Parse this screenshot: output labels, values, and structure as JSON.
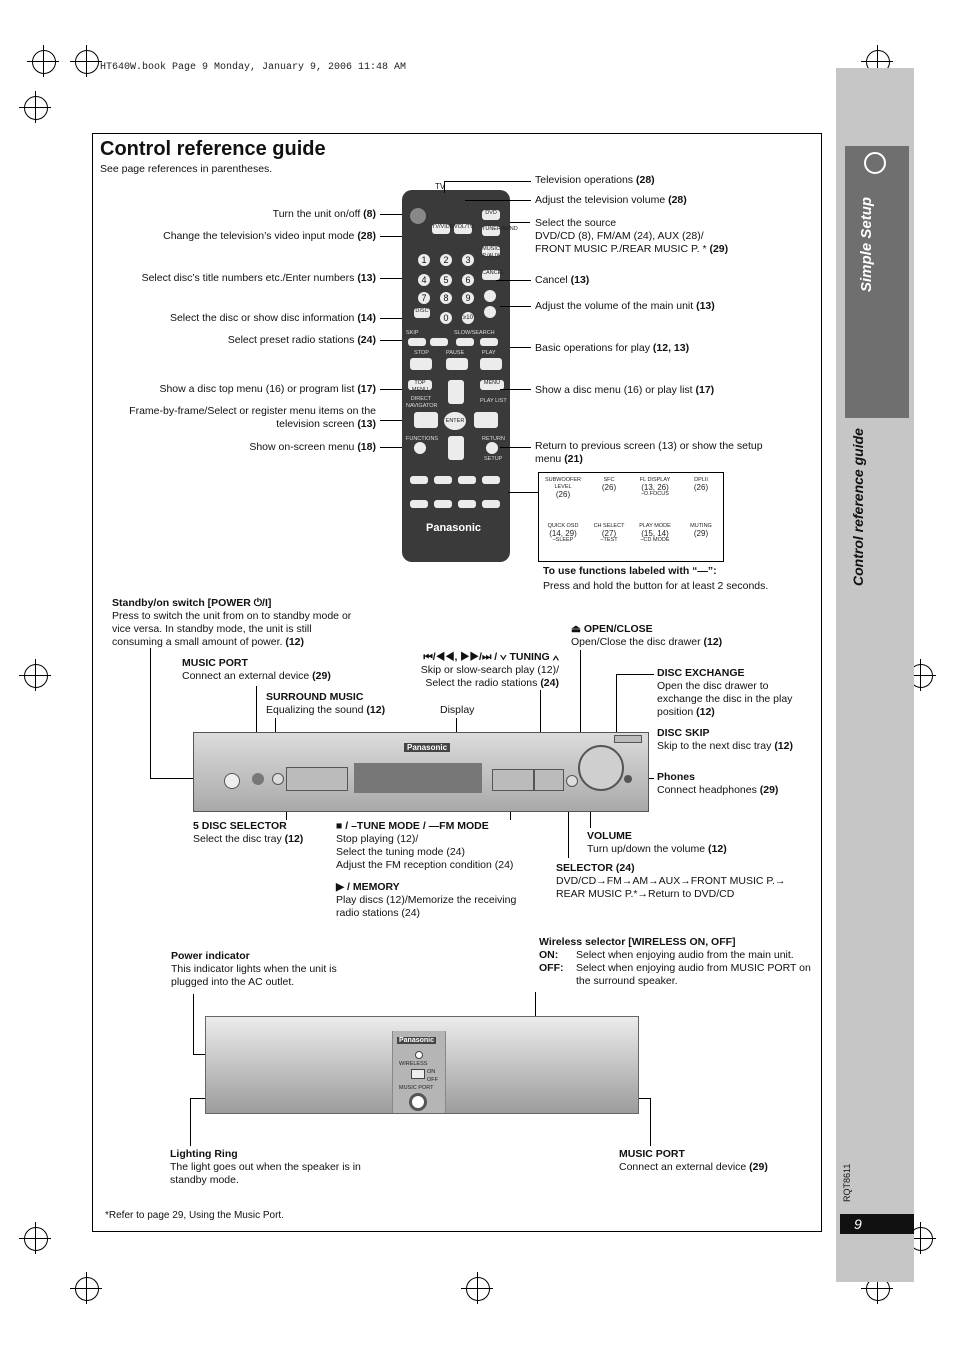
{
  "header_line": "HT640W.book  Page 9  Monday, January 9, 2006  11:48 AM",
  "side": {
    "section_title": "Simple Setup",
    "section_subtitle": "Control reference guide",
    "doc_code": "RQT8611",
    "page_number": "9"
  },
  "title": "Control reference guide",
  "subtitle": "See page references in parentheses.",
  "remote_left_labels": [
    {
      "text": "Turn the unit on/off ",
      "ref": "(8)"
    },
    {
      "text": "Change the television’s video input mode ",
      "ref": "(28)"
    },
    {
      "text": "Select disc’s title numbers etc./Enter numbers ",
      "ref": "(13)"
    },
    {
      "text": "Select the disc or show disc information ",
      "ref": "(14)"
    },
    {
      "text": "Select preset radio stations ",
      "ref": "(24)"
    },
    {
      "text": "Show a disc top menu (16) or program list ",
      "ref": "(17)"
    },
    {
      "text": "Frame-by-frame/Select or register menu items on the television screen ",
      "ref": "(13)"
    },
    {
      "text": "Show on-screen menu ",
      "ref": "(18)"
    }
  ],
  "remote_right_labels": [
    {
      "text": "Television operations ",
      "ref": "(28)"
    },
    {
      "text": "Adjust the television volume ",
      "ref": "(28)"
    },
    {
      "text": "Select the source",
      "ref": ""
    },
    {
      "text": "DVD/CD (8), FM/AM (24), AUX (28)/",
      "ref": ""
    },
    {
      "text": "FRONT MUSIC P./REAR MUSIC P. * ",
      "ref": "(29)"
    },
    {
      "text": "Cancel ",
      "ref": "(13)"
    },
    {
      "text": "Adjust the volume of the main unit ",
      "ref": "(13)"
    },
    {
      "text": "Basic operations for play ",
      "ref": "(12, 13)"
    },
    {
      "text": "Show a disc menu (16) or play list ",
      "ref": "(17)"
    },
    {
      "text": "Return to previous screen (13) or show the setup menu ",
      "ref": "(21)"
    }
  ],
  "remote": {
    "brand": "Panasonic",
    "tv_label": "TV",
    "buttons": {
      "tv_video": "TV/VIDEO",
      "vol_tv": "VOL/TV",
      "dvd": "DVD",
      "tuner_band": "TUNER/BAND",
      "music_p_aux": "MUSIC P./AUX",
      "cancel": "CANCEL",
      "disc": "DISC",
      "skip": "SKIP",
      "slow_search": "SLOW/SEARCH",
      "stop": "STOP",
      "pause": "PAUSE",
      "play": "PLAY",
      "top_menu": "TOP MENU",
      "menu": "MENU",
      "direct_navigator": "DIRECT NAVIGATOR",
      "play_list": "PLAY LIST",
      "enter": "ENTER",
      "functions": "FUNCTIONS",
      "return": "RETURN",
      "setup": "SETUP",
      "numbers": [
        "1",
        "2",
        "3",
        "4",
        "5",
        "6",
        "7",
        "8",
        "9",
        "0",
        "≥10"
      ]
    }
  },
  "shift_table": {
    "cells": [
      {
        "name": "SUBWOOFER LEVEL",
        "ref": "(26)",
        "alt": ""
      },
      {
        "name": "SFC",
        "ref": "(26)",
        "alt": ""
      },
      {
        "name": "FL DISPLAY",
        "ref": "(13, 26)",
        "alt": "–D.FOCUS"
      },
      {
        "name": "DPLII",
        "ref": "(26)",
        "alt": ""
      },
      {
        "name": "QUICK OSD",
        "ref": "(14, 29)",
        "alt": "–SLEEP"
      },
      {
        "name": "CH SELECT",
        "ref": "(27)",
        "alt": "–TEST"
      },
      {
        "name": "PLAY MODE",
        "ref": "(15, 14)",
        "alt": "–CD MODE"
      },
      {
        "name": "MUTING",
        "ref": "(29)",
        "alt": ""
      }
    ],
    "note_title": "To use functions labeled with “—”:",
    "note_body": "Press and hold the button for at least 2 seconds."
  },
  "main_unit": {
    "standby": {
      "title": "Standby/on switch [POWER ⏻/I]",
      "body": "Press to switch the unit from on to standby mode or vice versa. In standby mode, the unit is still consuming a small amount of power. ",
      "ref": "(12)"
    },
    "music_port": {
      "title": "MUSIC PORT",
      "body": "Connect an external device ",
      "ref": "(29)"
    },
    "surround": {
      "title": "SURROUND MUSIC",
      "body": "Equalizing the sound ",
      "ref": "(12)"
    },
    "display": {
      "title": "Display"
    },
    "tuning": {
      "title": "⏮/◀◀, ▶▶/⏭ / ∨ TUNING ∧",
      "body1": "Skip or slow-search play (12)/",
      "body2": "Select the radio stations ",
      "ref": "(24)"
    },
    "open_close": {
      "title": "⏏ OPEN/CLOSE",
      "body": "Open/Close the disc drawer ",
      "ref": "(12)"
    },
    "disc_exchange": {
      "title": "DISC EXCHANGE",
      "body": "Open the disc drawer to exchange the disc in the play position ",
      "ref": "(12)"
    },
    "disc_skip": {
      "title": "DISC SKIP",
      "body": "Skip to the next disc tray ",
      "ref": "(12)"
    },
    "phones": {
      "title": "Phones",
      "body": "Connect headphones ",
      "ref": "(29)"
    },
    "five_disc": {
      "title": "5 DISC SELECTOR",
      "body": "Select the disc tray ",
      "ref": "(12)"
    },
    "stop_tune": {
      "title": "■ / –TUNE MODE / —FM MODE",
      "lines": [
        "Stop playing (12)/",
        "Select the tuning mode (24)",
        "Adjust the FM reception condition (24)"
      ]
    },
    "play_memory": {
      "title": "▶ / MEMORY",
      "lines": [
        "Play discs (12)/Memorize the receiving",
        "radio stations (24)"
      ]
    },
    "volume": {
      "title": "VOLUME",
      "body": "Turn up/down the volume ",
      "ref": "(12)"
    },
    "selector": {
      "title": "SELECTOR (24)",
      "lines": [
        "DVD/CD→FM→AM→AUX→FRONT MUSIC P.→",
        "REAR MUSIC P.*→Return to DVD/CD"
      ]
    },
    "brand": "Panasonic"
  },
  "speaker": {
    "power_indicator": {
      "title": "Power indicator",
      "body": "This indicator lights when the unit is plugged into the AC outlet."
    },
    "wireless": {
      "title": "Wireless selector [WIRELESS ON, OFF]",
      "on_label": "ON:",
      "on_body": "Select when enjoying audio from the main unit.",
      "off_label": "OFF:",
      "off_body": "Select when enjoying audio from MUSIC PORT on the surround speaker."
    },
    "lighting_ring": {
      "title": "Lighting Ring",
      "body": "The light goes out when the speaker is in standby mode."
    },
    "music_port": {
      "title": "MUSIC PORT",
      "body": "Connect an external device ",
      "ref": "(29)"
    },
    "brand": "Panasonic",
    "panel_labels": [
      "WIRELESS",
      "ON",
      "OFF",
      "MUSIC PORT"
    ]
  },
  "footnote": "*Refer to page 29, Using the Music Port."
}
